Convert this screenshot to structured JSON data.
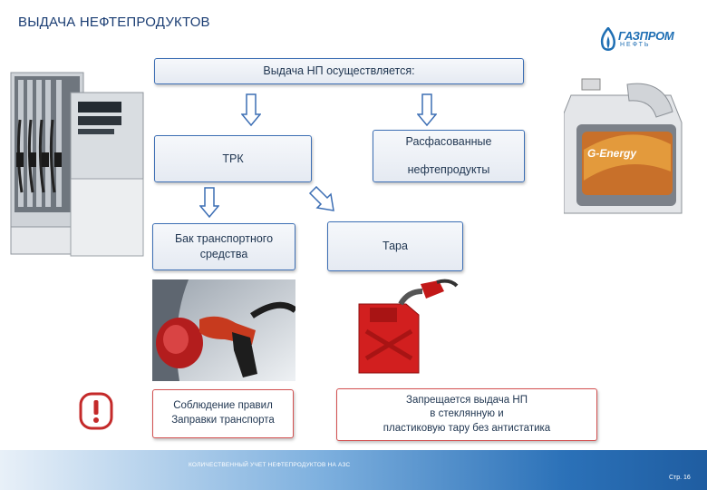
{
  "slide": {
    "title": "ВЫДАЧА НЕФТЕПРОДУКТОВ",
    "logo": {
      "name": "ГАЗПРОМ",
      "sub": "НЕФТЬ"
    },
    "header_box": "Выдача НП  осуществляется:",
    "trk": "ТРК",
    "packaged": {
      "line1": "Расфасованные",
      "line2": "нефтепродукты"
    },
    "vehicle_tank": {
      "line1": "Бак транспортного",
      "line2": "средства"
    },
    "container": "Тара",
    "rules_note": {
      "line1": "Соблюдение правил",
      "line2": "Заправки транспорта"
    },
    "warning": {
      "line1": "Запрещается выдача НП",
      "line2": "в стеклянную и",
      "line3": "пластиковую тару без антистатика"
    },
    "footer": "КОЛИЧЕСТВЕННЫЙ УЧЕТ НЕФТЕПРОДУКТОВ НА АЗС",
    "page": "Стр. 16"
  },
  "icons": [
    "fuel-dispenser-image",
    "oil-canister-image",
    "refueling-car-image",
    "red-jerrycan-image",
    "warning-exclamation-icon",
    "arrow-down-icon",
    "arrow-diagonal-icon",
    "gazprom-flame-icon"
  ],
  "colors": {
    "title": "#1a3d73",
    "box_border": "#3c6eb4",
    "warning_red": "#d35050",
    "footer_blue": "#1f5da1"
  }
}
